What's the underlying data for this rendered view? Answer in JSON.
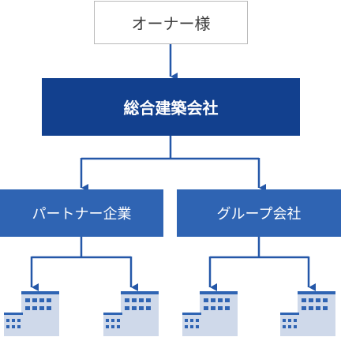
{
  "owner": {
    "label": "オーナー様"
  },
  "contractor": {
    "label": "総合建築会社"
  },
  "partners": {
    "label": "パートナー企業"
  },
  "group": {
    "label": "グループ会社"
  },
  "colors": {
    "contractor_fill": "#12408e",
    "tier_fill": "#2f64b3",
    "connector": "#2457a8",
    "building_light": "#cfd9ea",
    "building_dark": "#2f64b3"
  },
  "icons": [
    "building-icon",
    "building-icon",
    "building-icon",
    "building-icon"
  ]
}
